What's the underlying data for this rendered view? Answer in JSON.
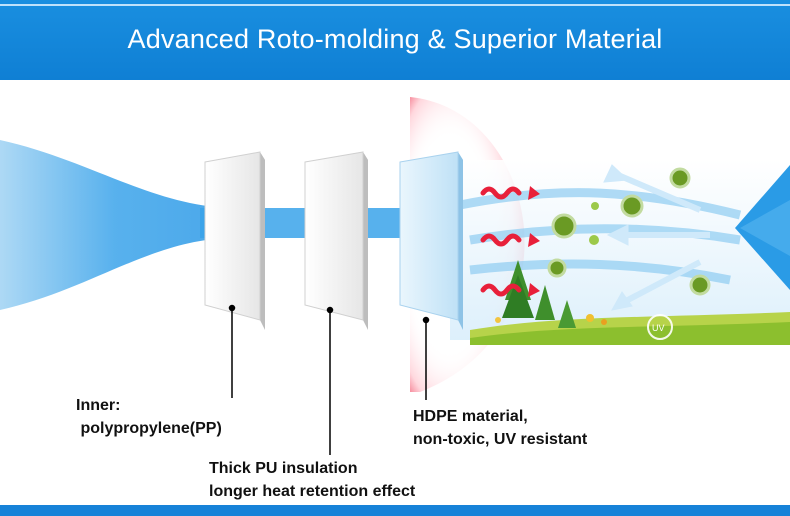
{
  "header": {
    "title": "Advanced Roto-molding & Superior Material",
    "background_color": "#1a8fe0"
  },
  "layers": [
    {
      "label_lines": [
        "Inner:",
        " polypropylene(PP)"
      ],
      "color": "#f4f4f4"
    },
    {
      "label_lines": [
        "Thick PU insulation",
        "longer heat retention effect"
      ],
      "color": "#f4f4f4"
    },
    {
      "label_lines": [
        "HDPE material,",
        "non-toxic, UV resistant"
      ],
      "color": "#dceefa"
    }
  ],
  "icons": [
    "heat-wave-icon",
    "bacteria-icon",
    "uv-badge-icon",
    "tree-icon",
    "arrow-left-icon"
  ],
  "colors": {
    "accent": "#1a8fe0",
    "heat": "#e8203a",
    "bacteria": "#6a9a24"
  }
}
